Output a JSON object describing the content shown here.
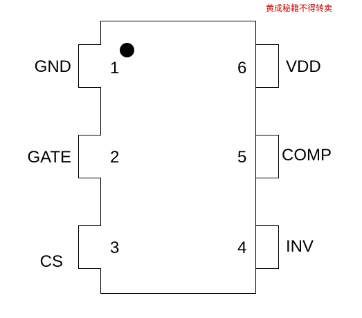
{
  "watermark": {
    "text": "黄成秘籍不得转卖",
    "color": "#cc0000"
  },
  "chip": {
    "pin1_marker_color": "#000000",
    "pins": [
      {
        "number": "1",
        "name": "GND"
      },
      {
        "number": "2",
        "name": "GATE"
      },
      {
        "number": "3",
        "name": "CS"
      },
      {
        "number": "4",
        "name": "INV"
      },
      {
        "number": "5",
        "name": "COMP"
      },
      {
        "number": "6",
        "name": "VDD"
      }
    ]
  }
}
